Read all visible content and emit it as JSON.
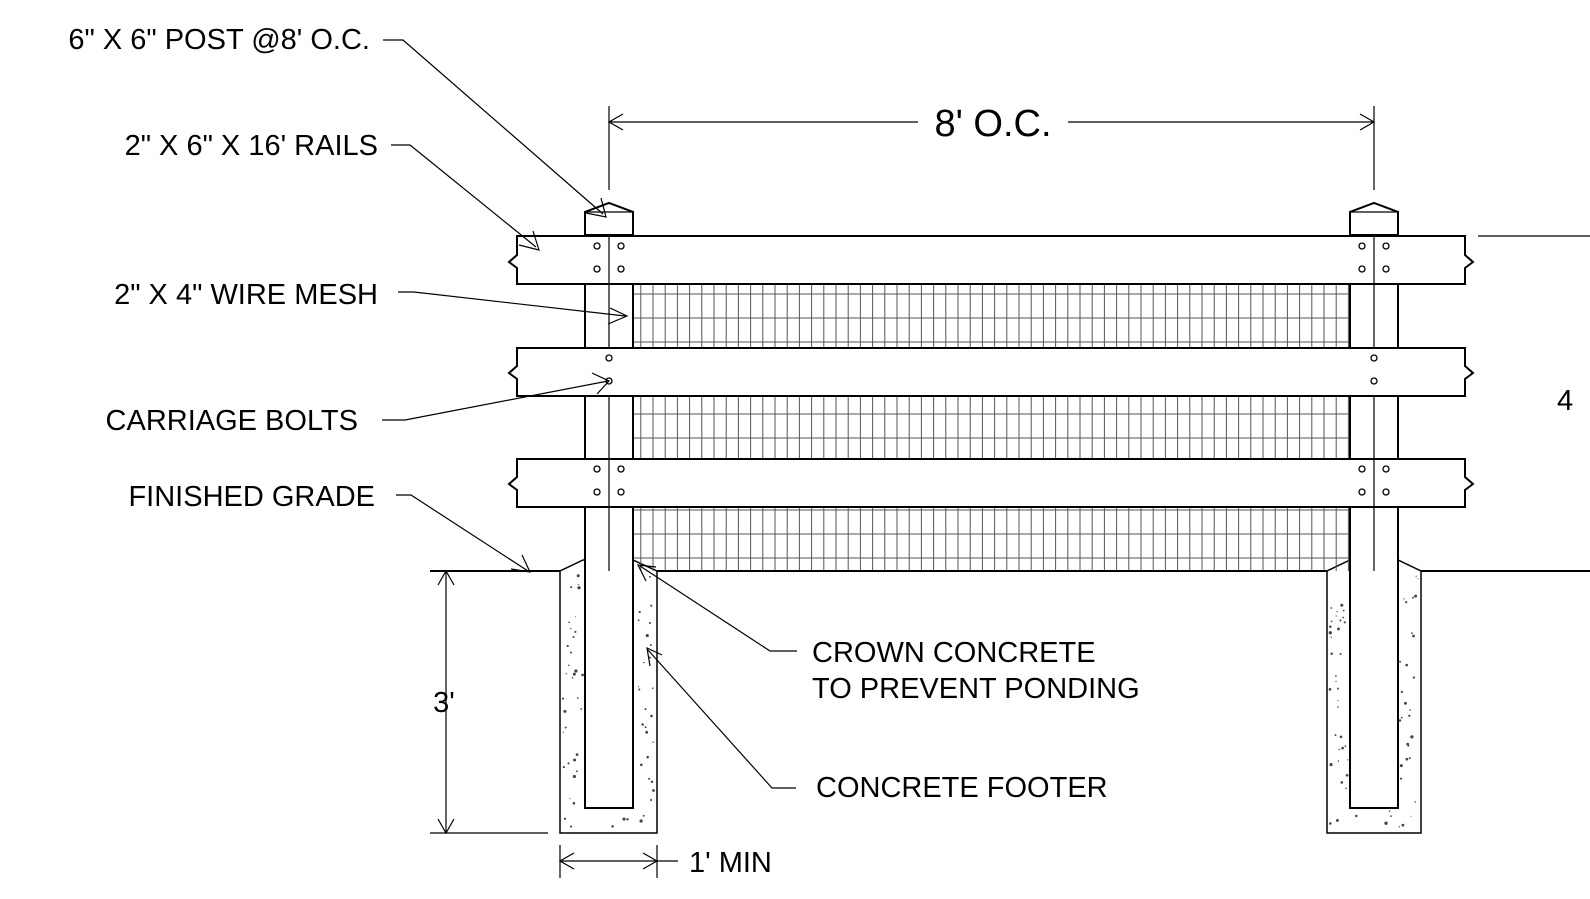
{
  "drawing": {
    "labels": {
      "post": "6\" X 6\" POST @8' O.C.",
      "rails": "2\" X 6\" X 16' RAILS",
      "mesh": "2\" X 4\" WIRE MESH",
      "bolts": "CARRIAGE BOLTS",
      "grade": "FINISHED GRADE",
      "crown_line1": "CROWN CONCRETE",
      "crown_line2": "TO PREVENT PONDING",
      "footer": "CONCRETE FOOTER"
    },
    "dimensions": {
      "spacing": "8' O.C.",
      "depth": "3'",
      "footer_width": "1' MIN",
      "height_partial": "4"
    }
  }
}
